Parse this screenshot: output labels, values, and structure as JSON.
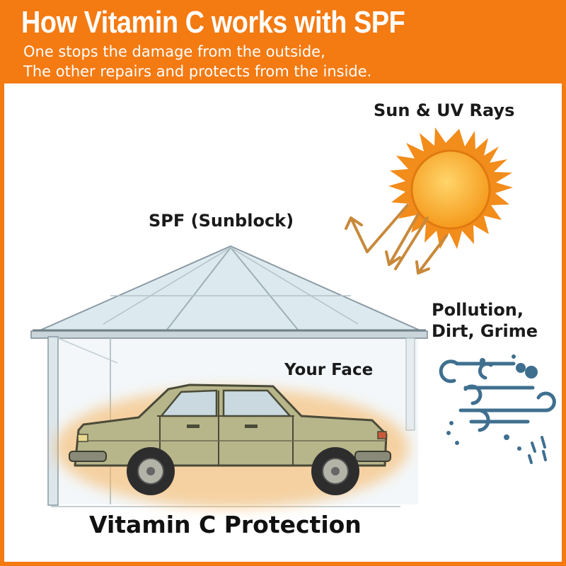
{
  "header": {
    "title": "How Vitamin C works with SPF",
    "subtitle_line1": "One stops the damage from the outside,",
    "subtitle_line2": "The other repairs and protects from the inside."
  },
  "diagram": {
    "sun_label": "Sun & UV Rays",
    "spf_label": "SPF (Sunblock)",
    "pollution_line1": "Pollution,",
    "pollution_line2": "Dirt, Grime",
    "face_label": "Your Face",
    "protection_label": "Vitamin C Protection"
  },
  "icons": {
    "sun": "sun-icon",
    "uv_arrows": "uv-ray-arrows-icon",
    "wind": "wind-pollution-icon",
    "car": "car-icon",
    "carport": "carport-canopy-icon"
  },
  "colors": {
    "accent": "#f47a12",
    "sun": "#f5a623",
    "ray": "#c8893a",
    "wind": "#3f6f8f",
    "car_body": "#b7b58a",
    "glow": "#f7b25a"
  }
}
